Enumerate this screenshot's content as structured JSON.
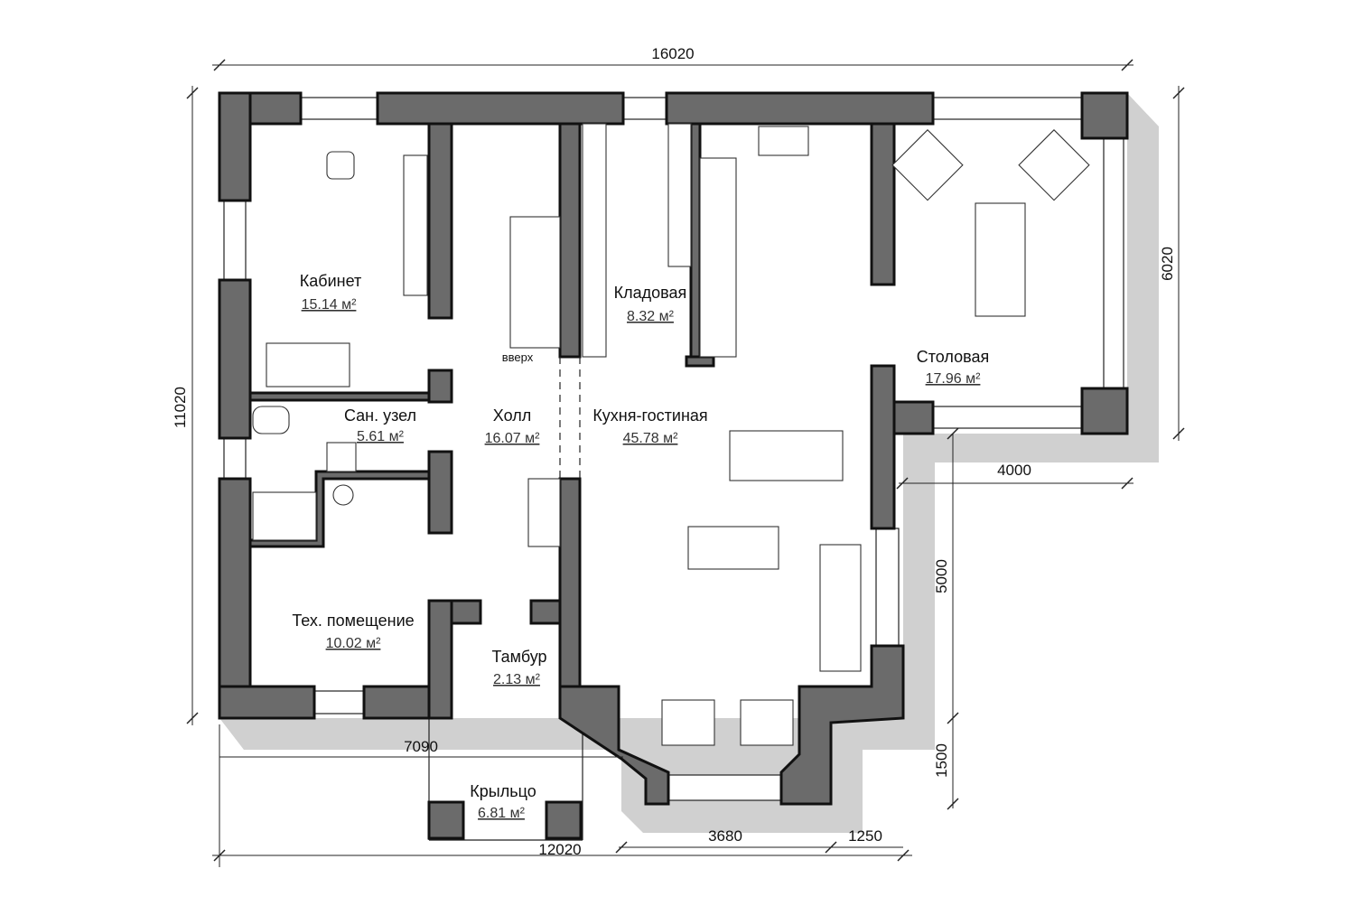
{
  "plan": {
    "rooms": [
      {
        "name": "Кабинет",
        "area": "15.14 м²"
      },
      {
        "name": "Кладовая",
        "area": "8.32 м²"
      },
      {
        "name": "Столовая",
        "area": "17.96 м²"
      },
      {
        "name": "Сан. узел",
        "area": "5.61 м²"
      },
      {
        "name": "Холл",
        "area": "16.07 м²"
      },
      {
        "name": "Кухня-гостиная",
        "area": "45.78 м²"
      },
      {
        "name": "Тех. помещение",
        "area": "10.02 м²"
      },
      {
        "name": "Тамбур",
        "area": "2.13 м²"
      },
      {
        "name": "Крыльцо",
        "area": "6.81 м²"
      }
    ],
    "stair_label": "вверх",
    "dimensions": {
      "top": "16020",
      "left": "11020",
      "right": "6020",
      "dining_offset": "4000",
      "living_depth": "5000",
      "bay_depth": "1500",
      "porch_left": "7090",
      "bottom_total": "12020",
      "bay_width": "3680",
      "bay_right": "1250"
    },
    "colors": {
      "wall": "#6b6b6b",
      "shadow": "#d0d0d0",
      "outline": "#111111"
    }
  }
}
